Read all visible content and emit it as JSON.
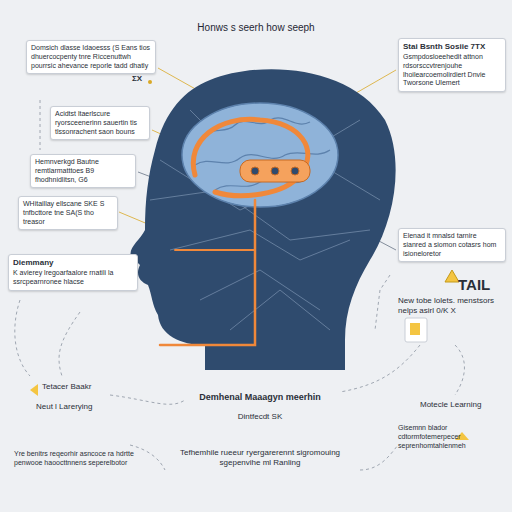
{
  "diagram": {
    "title": "Honws s seerh how seeph",
    "nodes": [
      {
        "text": [
          "Domsich dlasse Idaoesss (S Eans tios dhuercocpenty tnre Riccenuttwh pourrsic ahevance reporle tadd dhatly"
        ]
      },
      {
        "text": [
          "Stai Bsnth Sosiie 7TX",
          "Gsmpdosloeehedit attnon rdsorsccvtrenjouhe lhoilearcoemolirdiert Dnvie Tworsone Ulemert"
        ]
      },
      {
        "text": [
          "Acidtst ltaerlscure ryorsceenerinn sauertin tis tlssonrachent saon bouns"
        ]
      },
      {
        "text": [
          "Hemnverkgd Bautne remtlarmatttoes B9 fhodhnidlitsn, G6"
        ]
      },
      {
        "text": [
          "WHitaillay ellscane SKE S tnfbcttore tne SA(S tho treasor"
        ]
      },
      {
        "text": [
          "Elenad it mnalsd tarnire sianred a siomon cotasrs hom isioneloretor"
        ]
      },
      {
        "text": [
          "Diemmany",
          "K avierey lregoarfaalore rnatili la ssrcpearnronee hlacse"
        ]
      }
    ],
    "labels": [
      "ΣX",
      "TAIL",
      "New tobe lolets. menstsors nelps asirl 0/K X",
      "Tetacer Baakr",
      "Neut l Larerying",
      "Yre benitrs reqeorhir asncoce ra hdrtte penwooe haoocttnnens seperelbotor",
      "Demhenal Maaagyn meerhin",
      "Dintfecdt SK",
      "Tefhemhile rueeur ryergarerennt sigromouing sgepenvihe ml Ranling",
      "Gisemnn blador cdtormfotemerpecer seprenhomtahlenmeh",
      "Motecle Learning"
    ]
  }
}
